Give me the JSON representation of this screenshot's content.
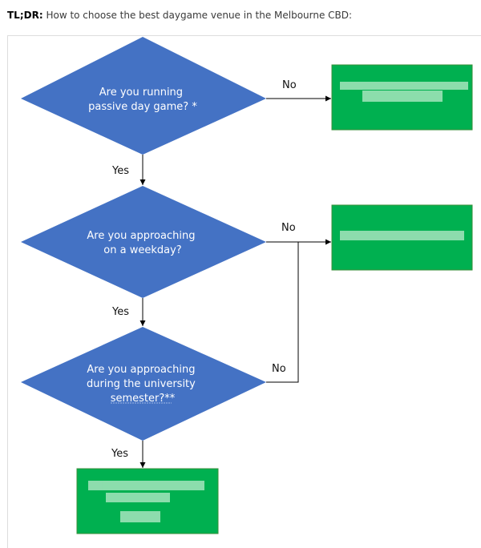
{
  "header": {
    "bold_label": "TL;DR:",
    "text": " How to choose the best daygame venue in the Melbourne CBD:"
  },
  "flowchart": {
    "colors": {
      "decision_fill": "#4472c4",
      "outcome_fill": "#00b050",
      "connector": "#000000"
    },
    "decisions": [
      {
        "lines": [
          "Are you running",
          "passive day game? *"
        ]
      },
      {
        "lines": [
          "Are you approaching",
          "on a weekday?"
        ]
      },
      {
        "lines": [
          "Are you approaching",
          "during the university",
          "semester?**"
        ]
      }
    ],
    "edge_labels": {
      "q1_no": "No",
      "q1_yes": "Yes",
      "q2_no": "No",
      "q2_yes": "Yes",
      "q3_no": "No",
      "q3_yes": "Yes"
    }
  }
}
